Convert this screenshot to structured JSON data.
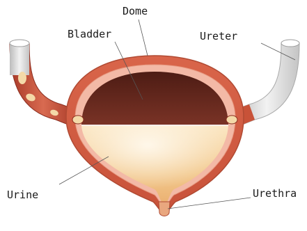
{
  "labels": {
    "dome": "Dome",
    "bladder": "Bladder",
    "ureter": "Ureter",
    "urine": "Urine",
    "urethra": "Urethra"
  },
  "colors": {
    "wall_outer": "#cf5a3f",
    "wall_inner": "#e88a6f",
    "lining": "#f3b9a6",
    "cavity": "#6b2a20",
    "urine": "#f4d9a8",
    "ureter_tube": "#e8e8e8"
  }
}
